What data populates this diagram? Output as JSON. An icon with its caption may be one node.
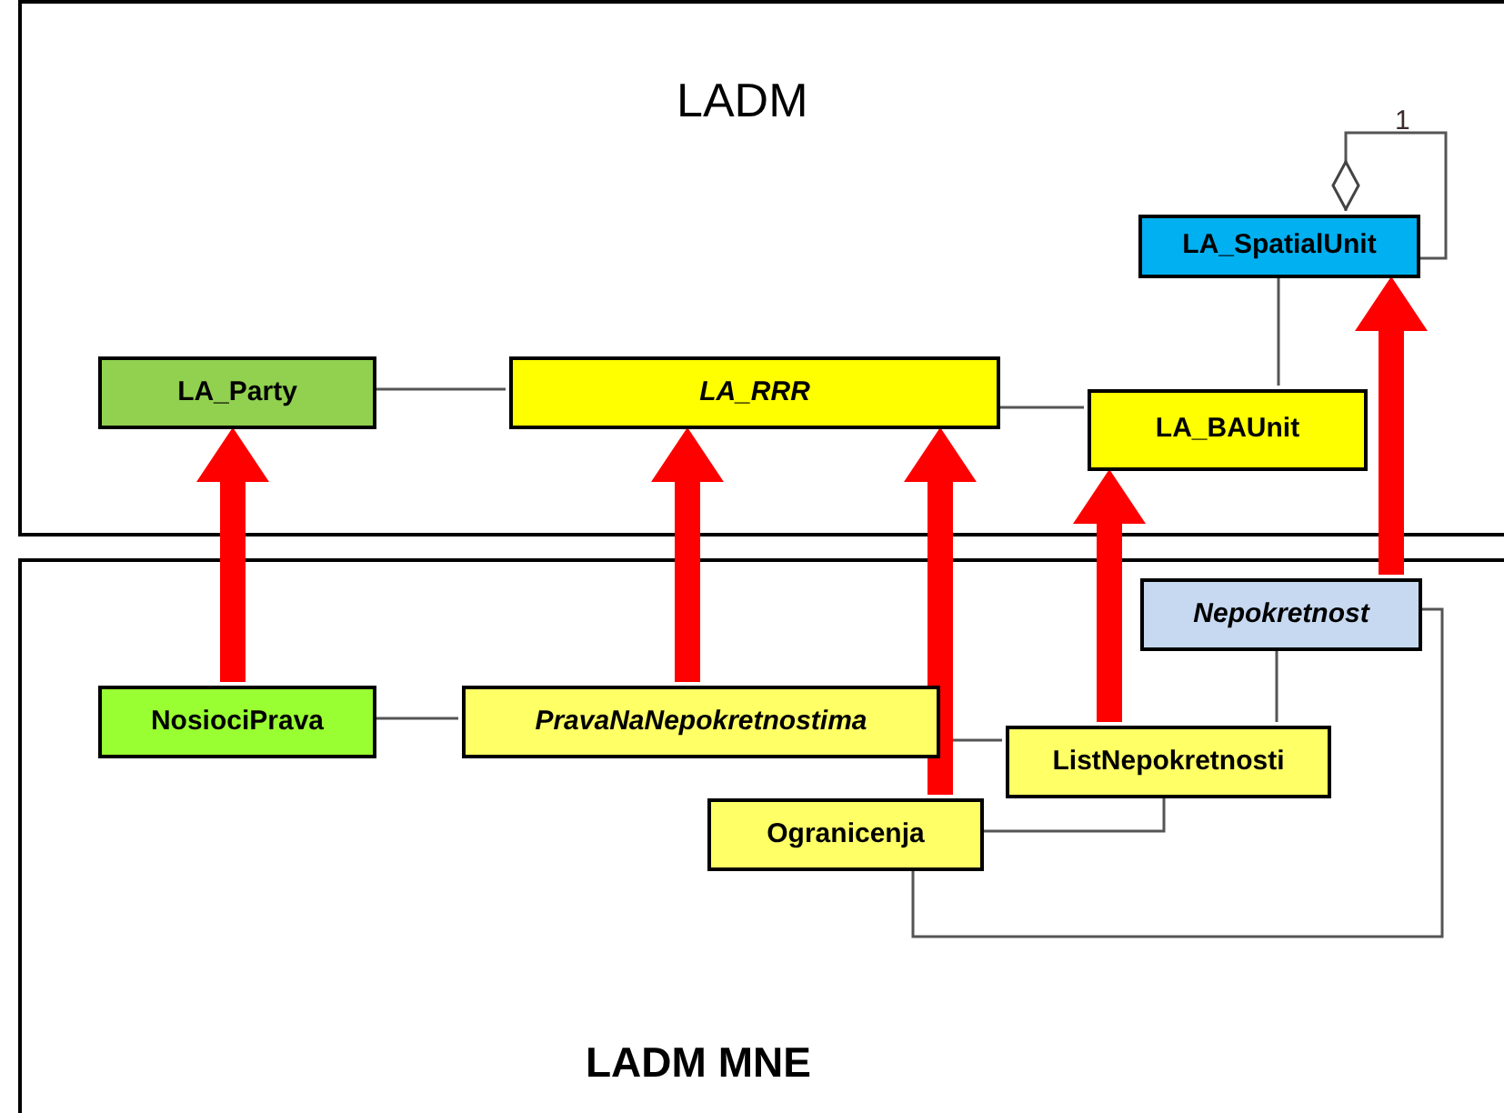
{
  "diagram": {
    "nodes": [
      {
        "text": [
          "LADM"
        ]
      },
      {
        "text": [
          "LADM MNE"
        ]
      },
      {
        "text": [
          "LA_Party"
        ],
        "in": 0
      },
      {
        "text": [
          "LA_RRR"
        ],
        "in": 0
      },
      {
        "text": [
          "LA_BAUnit"
        ],
        "in": 0
      },
      {
        "text": [
          "LA_SpatialUnit"
        ],
        "in": 0
      },
      {
        "text": [
          "Nepokretnost"
        ],
        "in": 1
      },
      {
        "text": [
          "NosiociPrava"
        ],
        "in": 1
      },
      {
        "text": [
          "PravaNaNepokretnostima"
        ],
        "in": 1
      },
      {
        "text": [
          "ListNepokretnosti"
        ],
        "in": 1
      },
      {
        "text": [
          "Ogranicenja"
        ],
        "in": 1
      }
    ],
    "edges": [
      {
        "from": 2,
        "to": 3,
        "arrow": "none"
      },
      {
        "from": 3,
        "to": 4,
        "arrow": "none"
      },
      {
        "from": 5,
        "to": 4,
        "arrow": "none"
      },
      {
        "from": 5,
        "to": 5,
        "arrow": "other",
        "label": "1"
      },
      {
        "from": 7,
        "to": 8,
        "arrow": "none"
      },
      {
        "from": 8,
        "to": 9,
        "arrow": "none"
      },
      {
        "from": 6,
        "to": 9,
        "arrow": "none"
      },
      {
        "from": 9,
        "to": 10,
        "arrow": "none"
      },
      {
        "from": 10,
        "to": 6,
        "arrow": "none"
      },
      {
        "from": 7,
        "to": 2,
        "arrow": "to",
        "style": "thick",
        "color": "#ff0000"
      },
      {
        "from": 8,
        "to": 3,
        "arrow": "to",
        "style": "thick",
        "color": "#ff0000"
      },
      {
        "from": 10,
        "to": 3,
        "arrow": "to",
        "style": "thick",
        "color": "#ff0000"
      },
      {
        "from": 9,
        "to": 4,
        "arrow": "to",
        "style": "thick",
        "color": "#ff0000"
      },
      {
        "from": 6,
        "to": 5,
        "arrow": "to",
        "style": "thick",
        "color": "#ff0000"
      }
    ]
  }
}
